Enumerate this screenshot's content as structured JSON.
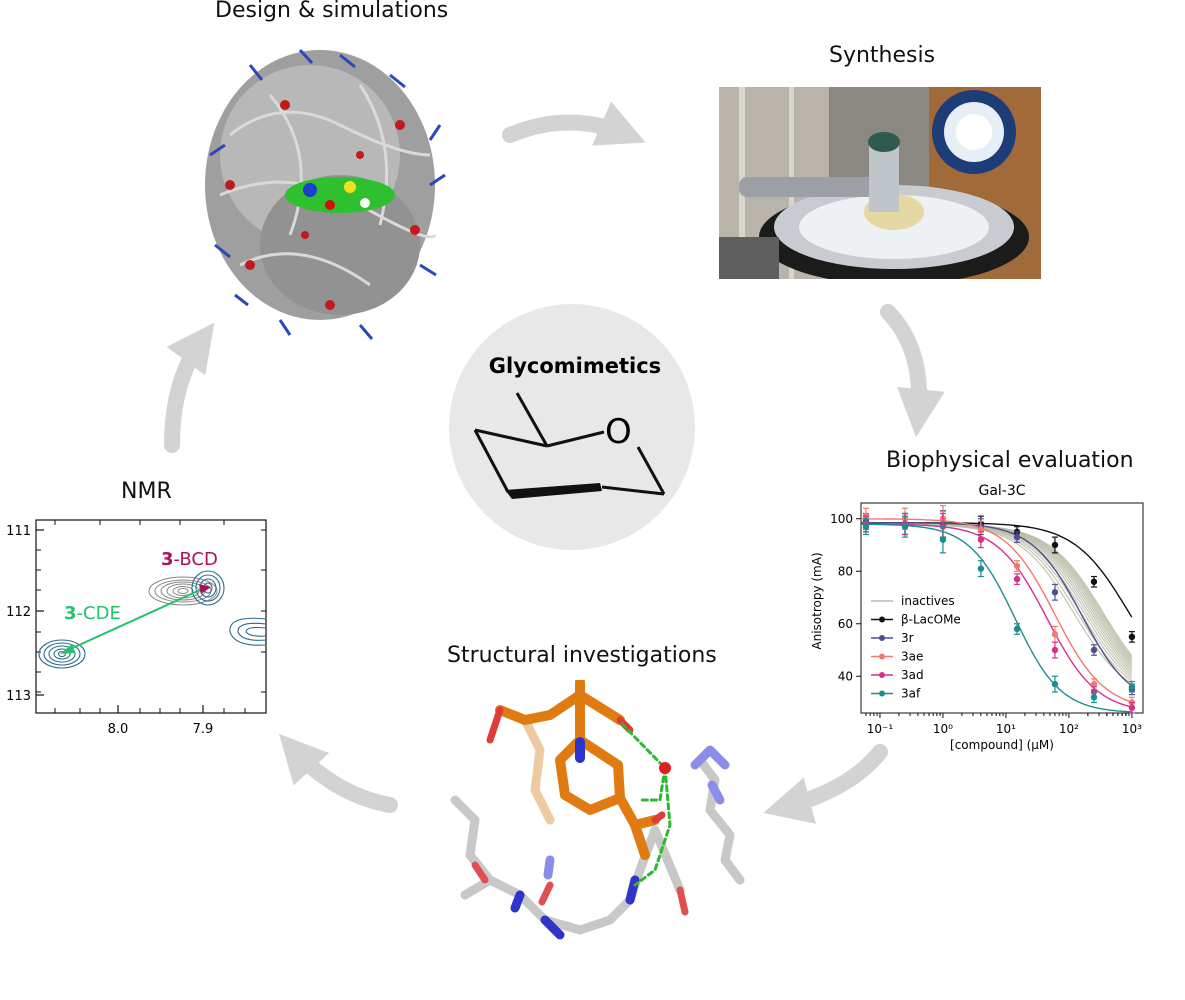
{
  "diagram": {
    "center": {
      "title": "Glycomimetics",
      "ring_atom": "O"
    },
    "stages": [
      {
        "id": "design",
        "label": "Design & simulations"
      },
      {
        "id": "synthesis",
        "label": "Synthesis"
      },
      {
        "id": "biophysical",
        "label": "Biophysical evaluation"
      },
      {
        "id": "structural",
        "label": "Structural investigations"
      },
      {
        "id": "nmr",
        "label": "NMR"
      }
    ],
    "cycle_order": [
      "design",
      "synthesis",
      "biophysical",
      "structural",
      "nmr"
    ],
    "colors": {
      "arrow": "#d3d3d3",
      "center_circle": "#e8e8e8"
    }
  },
  "nmr_panel": {
    "x_ticks": [
      "8.0",
      "7.9"
    ],
    "y_ticks": [
      "111",
      "112",
      "113"
    ],
    "labels": {
      "bcd_prefix": "3",
      "bcd_suffix": "-BCD",
      "cde_prefix": "3",
      "cde_suffix": "-CDE"
    },
    "colors": {
      "bcd": "#b0105a",
      "cde": "#22c46a",
      "contour_blue": "#2f6b8a",
      "contour_grey": "#888888"
    }
  },
  "chart_data": {
    "type": "scatter",
    "title": "Gal-3C",
    "xlabel": "[compound] (μM)",
    "ylabel": "Anisotropy (mA)",
    "x_scale": "log",
    "xlim": [
      0.05,
      1500
    ],
    "ylim": [
      26,
      106
    ],
    "x_tick_labels": [
      "10⁻¹",
      "10⁰",
      "10¹",
      "10²",
      "10³"
    ],
    "y_tick_labels": [
      "40",
      "60",
      "80",
      "100"
    ],
    "x": [
      0.06,
      0.25,
      1,
      4,
      15,
      60,
      250,
      1000
    ],
    "legend_position": "center-left",
    "series": [
      {
        "name": "inactives",
        "color": "#b8bca6",
        "values": []
      },
      {
        "name": "β-LacOMe",
        "color": "#111111",
        "values": [
          98,
          98,
          98,
          98,
          95,
          90,
          76,
          55
        ]
      },
      {
        "name": "3r",
        "color": "#4e4f8f",
        "values": [
          99,
          98,
          98,
          97,
          93,
          72,
          50,
          35
        ]
      },
      {
        "name": "3ae",
        "color": "#f07a70",
        "values": [
          101,
          100,
          100,
          96,
          82,
          56,
          37,
          30
        ]
      },
      {
        "name": "3ad",
        "color": "#d6308e",
        "values": [
          98,
          98,
          97,
          92,
          77,
          50,
          34,
          28
        ]
      },
      {
        "name": "3af",
        "color": "#1a8f8f",
        "values": [
          97,
          97,
          92,
          81,
          58,
          37,
          32,
          36
        ]
      }
    ]
  }
}
